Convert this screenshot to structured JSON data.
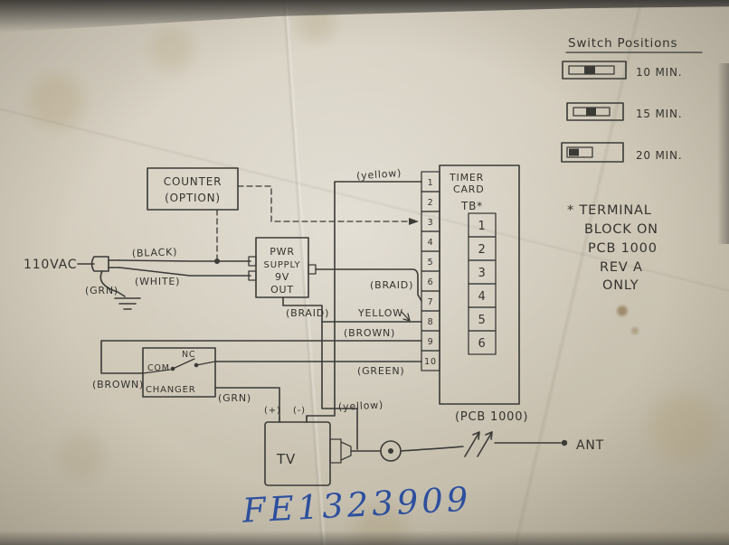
{
  "photo": {
    "paper_color": "#d2cbbb",
    "ink_color": "#3b3a35",
    "blue_ink_color": "#2d4f9e"
  },
  "legend": {
    "title": "Switch Positions",
    "switches": [
      {
        "label": "10 MIN.",
        "slider_position": "center"
      },
      {
        "label": "15 MIN.",
        "slider_position": "center"
      },
      {
        "label": "20 MIN.",
        "slider_position": "left"
      }
    ]
  },
  "footnote": {
    "lines": [
      "* TERMINAL",
      "BLOCK ON",
      "PCB 1000",
      "REV A",
      "ONLY"
    ]
  },
  "counter_box": {
    "line1": "COUNTER",
    "line2": "(OPTION)"
  },
  "power_input": {
    "source": "110VAC",
    "black": "(BLACK)",
    "white": "(WHITE)",
    "ground": "(GRN)"
  },
  "power_supply": {
    "line1": "PWR",
    "line2": "SUPPLY",
    "line3": "9V",
    "line4": "OUT"
  },
  "timer_card": {
    "title_line1": "TIMER",
    "title_line2": "CARD",
    "tb_label": "TB*",
    "terminals": [
      "1",
      "2",
      "3",
      "4",
      "5",
      "6",
      "7",
      "8",
      "9",
      "10"
    ],
    "tb_terminals": [
      "1",
      "2",
      "3",
      "4",
      "5",
      "6"
    ],
    "pcb_label": "(PCB 1000)"
  },
  "wire_labels": {
    "yellow_top": "(yellow)",
    "braid_upper": "(BRAID)",
    "braid_lower": "(BRAID)",
    "yellow_mid": "YELLOW",
    "brown_right": "(BROWN)",
    "green": "(GREEN)",
    "yellow_tv": "(yellow)",
    "brown_left": "(BROWN)",
    "grn_changer": "(GRN)"
  },
  "changer": {
    "com": "COM",
    "nc": "NC",
    "name": "CHANGER"
  },
  "tv": {
    "plus": "(+)",
    "minus": "(-)",
    "name": "TV"
  },
  "antenna": {
    "label": "ANT"
  },
  "serial_number": "FE1323909"
}
